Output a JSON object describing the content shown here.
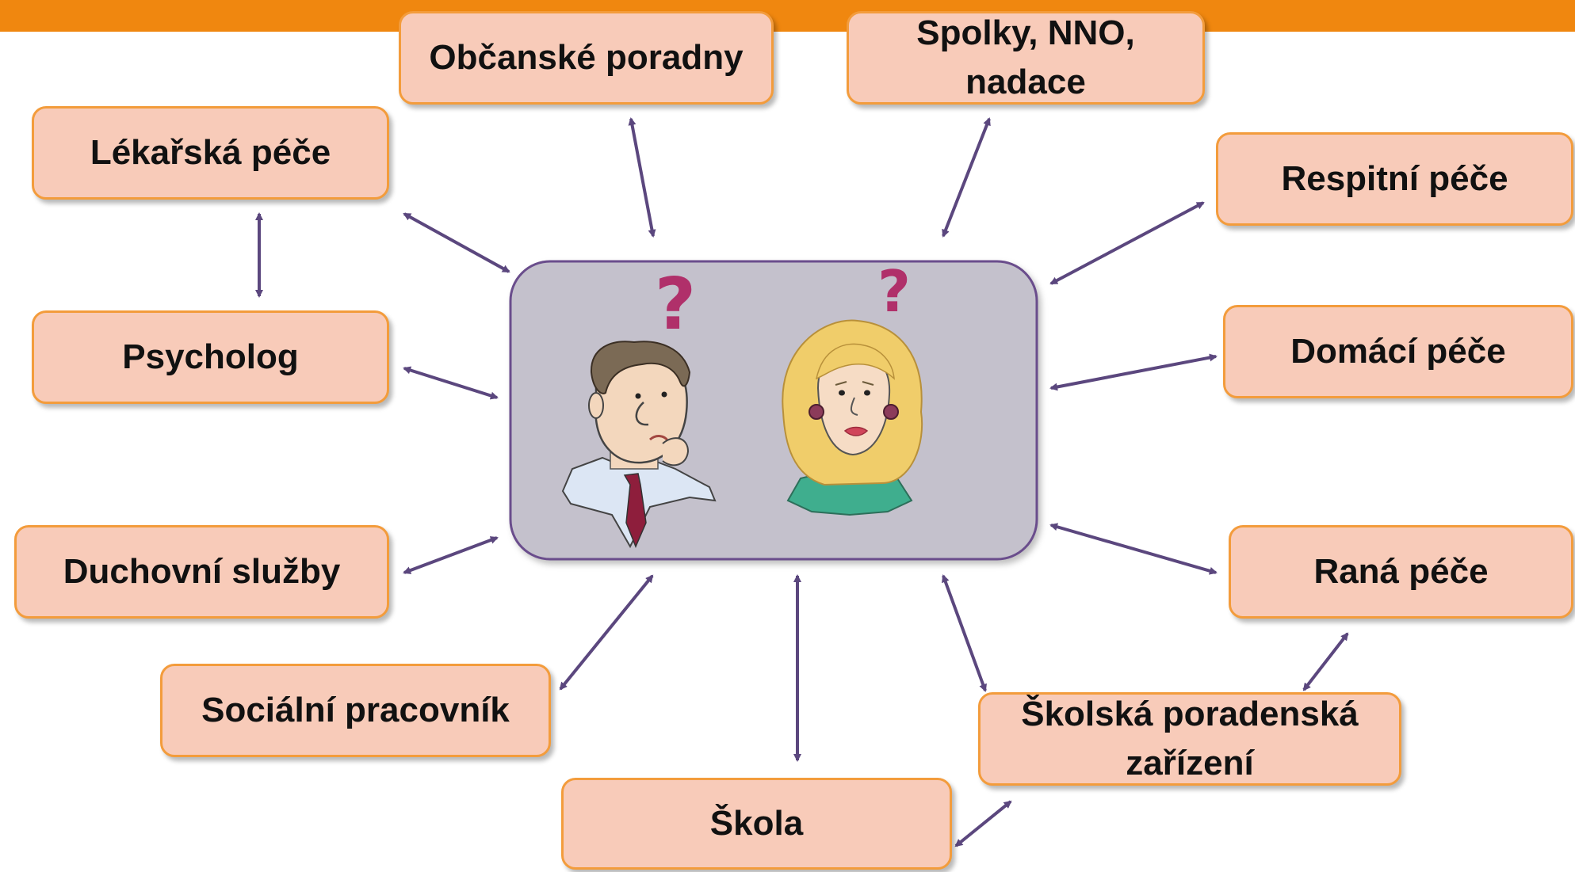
{
  "colors": {
    "header_bar": "#f0870f",
    "node_fill": "#f8cbb9",
    "node_border": "#f39c3c",
    "center_fill": "#c4c1cc",
    "center_border": "#6b4e8c",
    "arrow": "#5b477e",
    "question_mark": "#b0306a"
  },
  "center": {
    "icons": [
      "confused-man-icon",
      "confused-woman-icon"
    ],
    "question_marks": [
      "?",
      "?"
    ]
  },
  "nodes": [
    {
      "id": "obcanske-poradny",
      "label": "Občanské poradny"
    },
    {
      "id": "spolky",
      "label": "Spolky, NNO, nadace"
    },
    {
      "id": "lekarska-pece",
      "label": "Lékařská péče"
    },
    {
      "id": "respitni-pece",
      "label": "Respitní péče"
    },
    {
      "id": "psycholog",
      "label": "Psycholog"
    },
    {
      "id": "domaci-pece",
      "label": "Domácí péče"
    },
    {
      "id": "duchovni-sluzby",
      "label": "Duchovní služby"
    },
    {
      "id": "rana-pece",
      "label": "Raná péče"
    },
    {
      "id": "socialni-pracovnik",
      "label": "Sociální pracovník"
    },
    {
      "id": "skolska-poradenska-zarizeni",
      "label": "Školská poradenská zařízení"
    },
    {
      "id": "skola",
      "label": "Škola"
    }
  ]
}
